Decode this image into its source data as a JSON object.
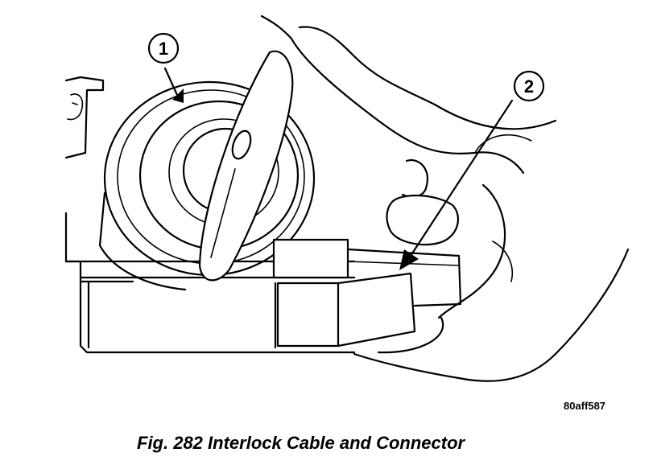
{
  "figure": {
    "caption": "Fig. 282 Interlock Cable and Connector",
    "reference_code": "80aff587"
  },
  "callouts": [
    {
      "number": "1"
    },
    {
      "number": "2"
    }
  ]
}
